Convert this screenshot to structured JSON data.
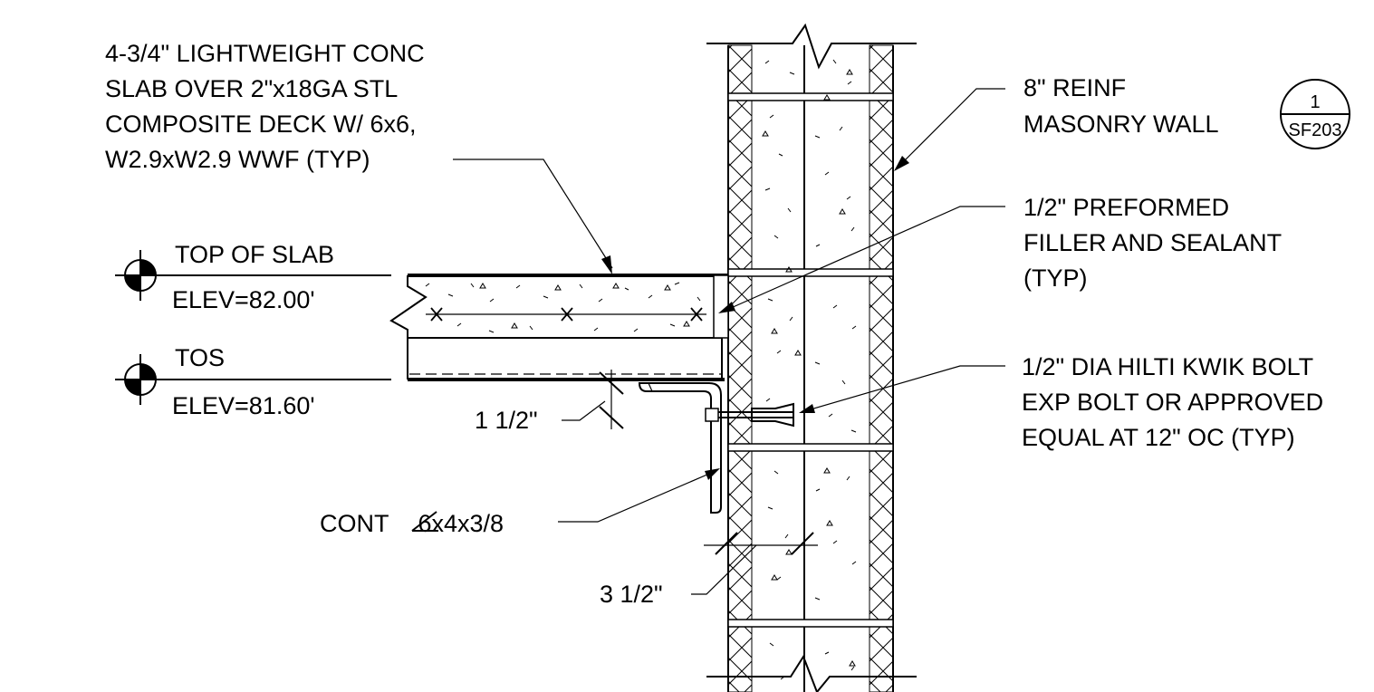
{
  "notes": {
    "slab": [
      "4-3/4\" LIGHTWEIGHT CONC",
      "SLAB OVER 2\"x18GA STL",
      "COMPOSITE DECK W/ 6x6,",
      "W2.9xW2.9 WWF (TYP)"
    ],
    "wall": [
      "8\" REINF",
      "MASONRY WALL"
    ],
    "filler": [
      "1/2\" PREFORMED",
      "FILLER AND SEALANT",
      "(TYP)"
    ],
    "bolt": [
      "1/2\" DIA HILTI KWIK BOLT",
      "EXP BOLT OR APPROVED",
      "EQUAL AT 12\" OC (TYP)"
    ],
    "angle": "CONT∥6x4x3/8",
    "angle_prefix": "CONT",
    "angle_size": "6x4x3/8"
  },
  "section_ref": {
    "number": "1",
    "sheet": "SF203"
  },
  "elevations": [
    {
      "name": "TOP OF SLAB",
      "value": "ELEV=82.00'"
    },
    {
      "name": "TOS",
      "value": "ELEV=81.60'"
    }
  ],
  "dimensions": {
    "gap": "1 1/2\"",
    "edge": "3 1/2\""
  },
  "colors": {
    "line": "#000000",
    "background": "#ffffff"
  }
}
